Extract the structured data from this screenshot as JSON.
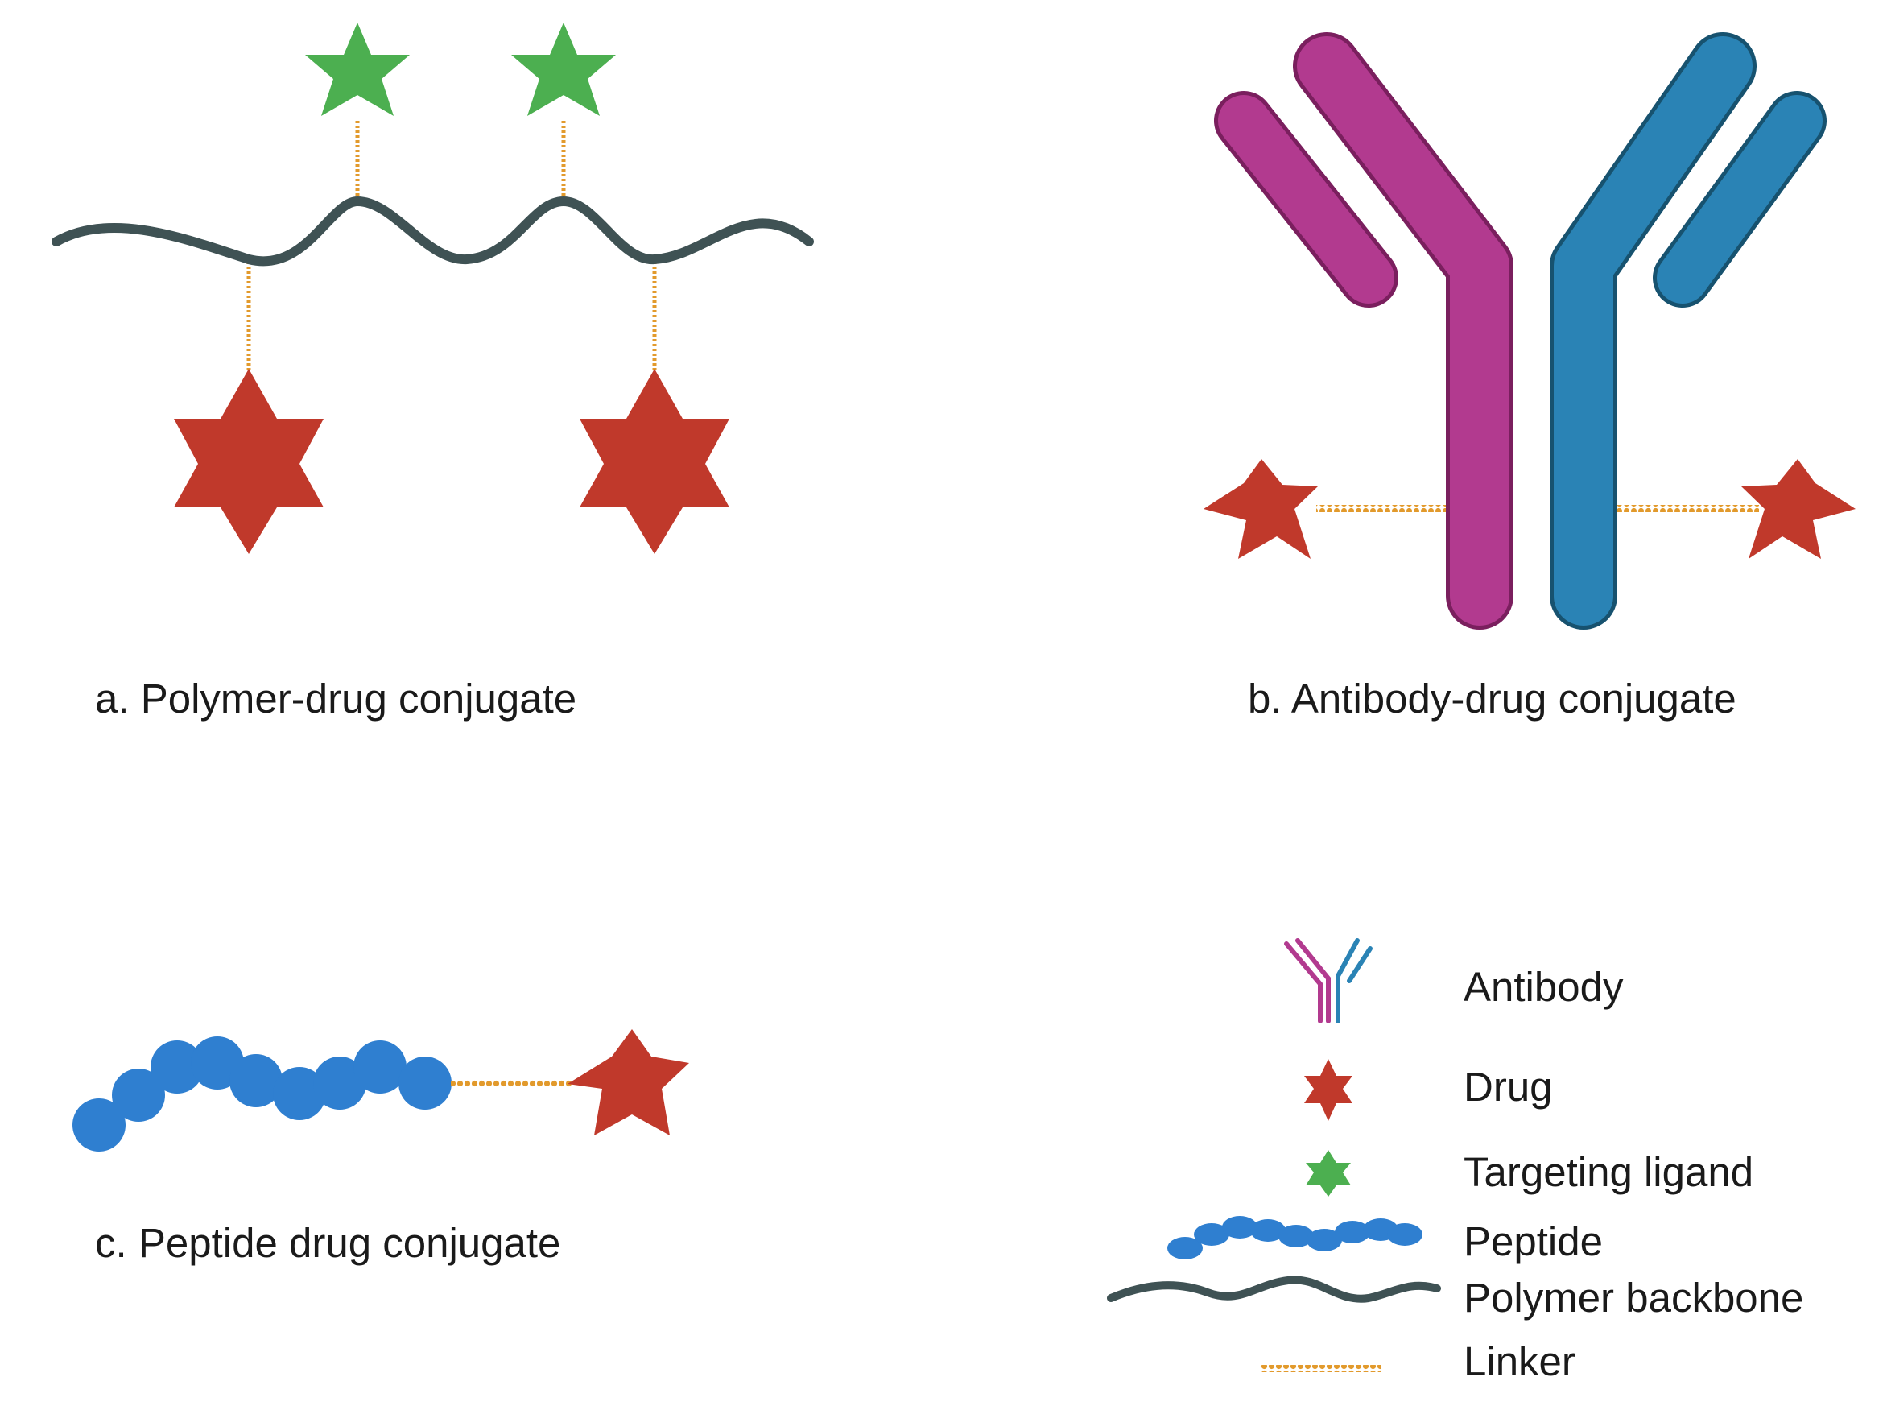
{
  "panels": {
    "a": {
      "caption": "a. Polymer-drug conjugate"
    },
    "b": {
      "caption": "b. Antibody-drug conjugate"
    },
    "c": {
      "caption": "c. Peptide drug conjugate"
    }
  },
  "legend": {
    "items": [
      {
        "key": "antibody",
        "label": "Antibody"
      },
      {
        "key": "drug",
        "label": "Drug"
      },
      {
        "key": "ligand",
        "label": "Targeting ligand"
      },
      {
        "key": "peptide",
        "label": "Peptide"
      },
      {
        "key": "polymer",
        "label": "Polymer backbone"
      },
      {
        "key": "linker",
        "label": "Linker"
      }
    ]
  },
  "colors": {
    "drug": "#c0392b",
    "ligand": "#4caf50",
    "polymer": "#3f5254",
    "linker": "#e29a2c",
    "antibody_heavy_left": "#b23a8f",
    "antibody_heavy_left_stroke": "#7a1f5e",
    "antibody_heavy_right": "#2a83b5",
    "antibody_heavy_right_stroke": "#17526f",
    "peptide": "#2f7fd0"
  },
  "icons": {
    "drug": "six-point-star-icon",
    "ligand": "six-point-star-icon",
    "antibody": "y-shape-antibody-icon"
  }
}
